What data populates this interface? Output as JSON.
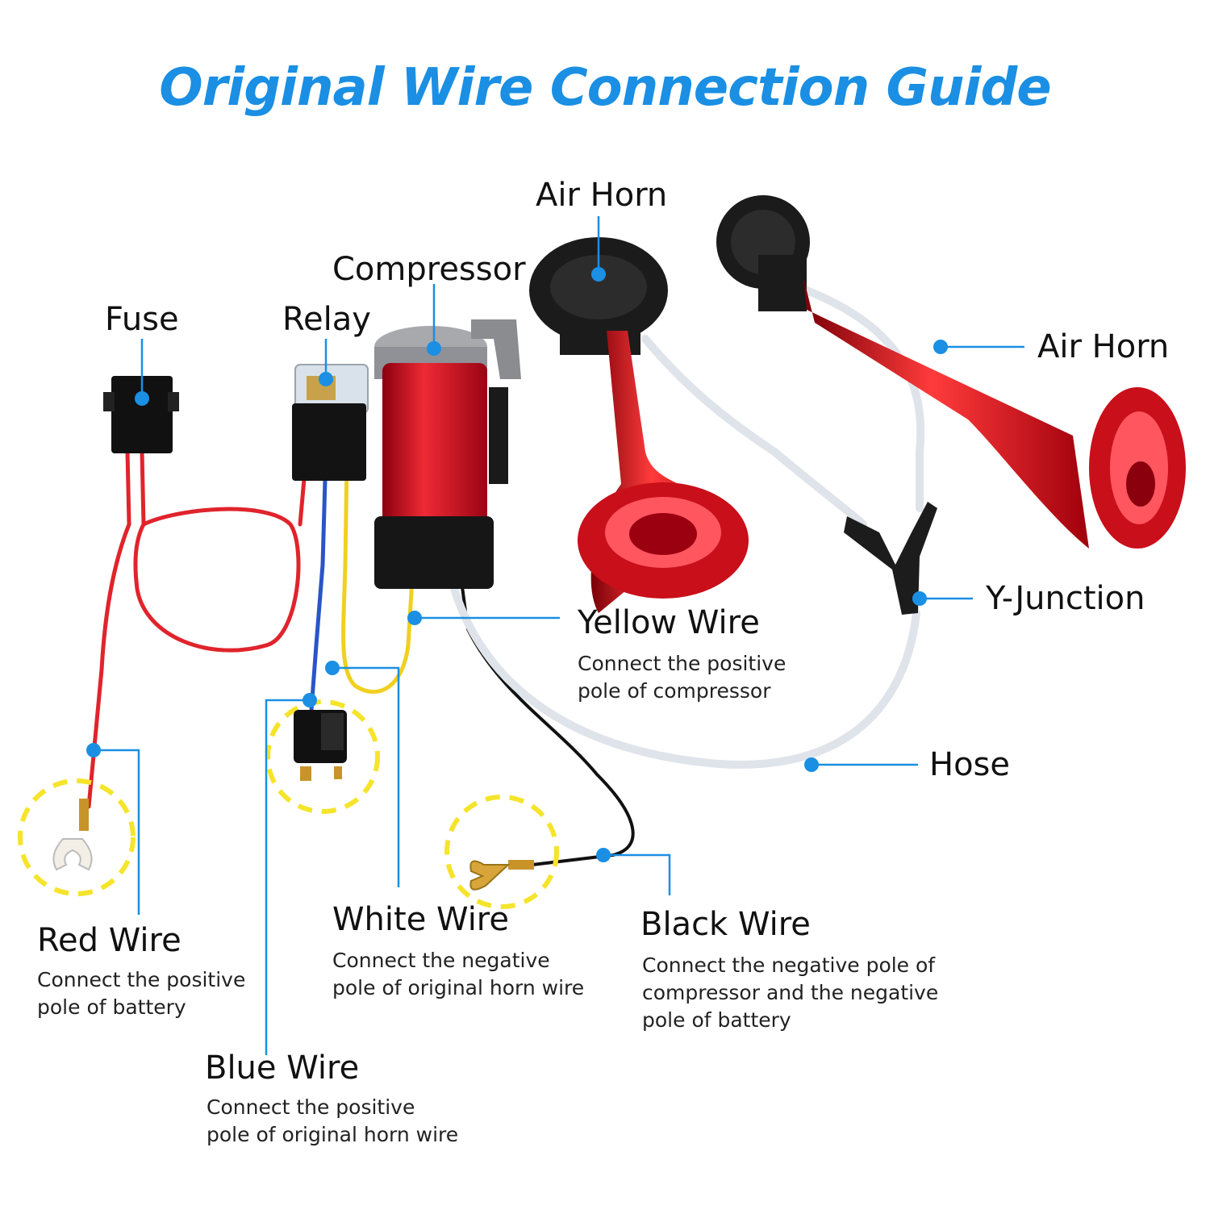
{
  "title": "Original Wire Connection Guide",
  "colors": {
    "title": "#1a8fe3",
    "callout": "#1a8fe3",
    "dash_circle": "#f5e42a",
    "red_wire": "#e0242c",
    "blue_wire": "#2a55c8",
    "yellow_wire": "#f0d020",
    "black_wire": "#111111",
    "horn_red": "#d8101c",
    "hose": "#e4e8ee"
  },
  "labels": {
    "air_horn_top": "Air Horn",
    "compressor": "Compressor",
    "fuse": "Fuse",
    "relay": "Relay",
    "air_horn_right": "Air Horn",
    "y_junction": "Y-Junction",
    "yellow_wire": "Yellow Wire",
    "hose": "Hose",
    "red_wire": "Red Wire",
    "white_wire": "White Wire",
    "black_wire": "Black Wire",
    "blue_wire": "Blue Wire"
  },
  "descriptions": {
    "yellow_wire": [
      "Connect the positive",
      "pole of compressor"
    ],
    "red_wire": [
      "Connect the positive",
      "pole of battery"
    ],
    "white_wire": [
      "Connect the negative",
      "pole of original horn wire"
    ],
    "black_wire": [
      "Connect the negative pole of",
      "compressor and the negative",
      "pole of battery"
    ],
    "blue_wire": [
      "Connect the positive",
      "pole of original horn wire"
    ]
  }
}
